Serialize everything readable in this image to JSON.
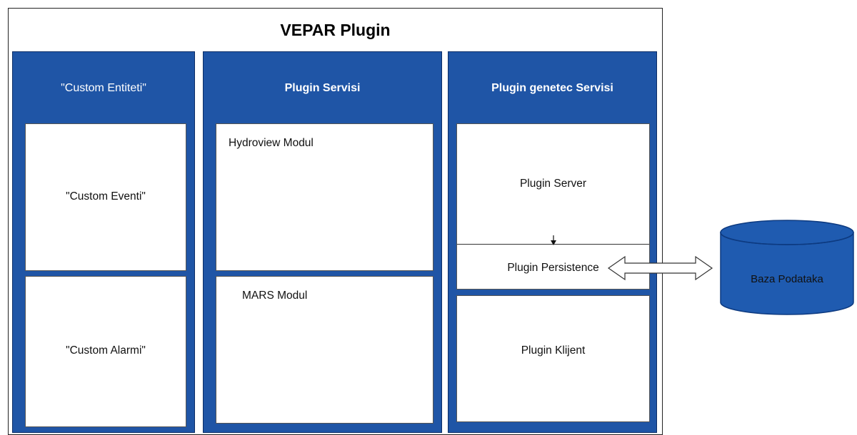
{
  "colors": {
    "column_blue": "#1f55a6",
    "database_blue": "#1f5bb0",
    "box_white": "#ffffff"
  },
  "title": "VEPAR Plugin",
  "columns": [
    {
      "header": "\"Custom Entiteti\"",
      "boxes": [
        "\"Custom Eventi\"",
        "\"Custom Alarmi\""
      ]
    },
    {
      "header": "Plugin Servisi",
      "boxes": [
        "Hydroview Modul",
        "MARS Modul"
      ]
    },
    {
      "header": "Plugin genetec Servisi",
      "boxes": [
        "Plugin Server",
        "Plugin Persistence",
        "Plugin Klijent"
      ]
    }
  ],
  "database": {
    "label": "Baza Podataka",
    "icon": "database-cylinder-icon"
  },
  "connections": [
    {
      "from": "Plugin Server",
      "to": "Plugin Persistence",
      "style": "arrow"
    },
    {
      "from": "Plugin Persistence",
      "to": "Baza Podataka",
      "style": "double-block-arrow"
    }
  ]
}
